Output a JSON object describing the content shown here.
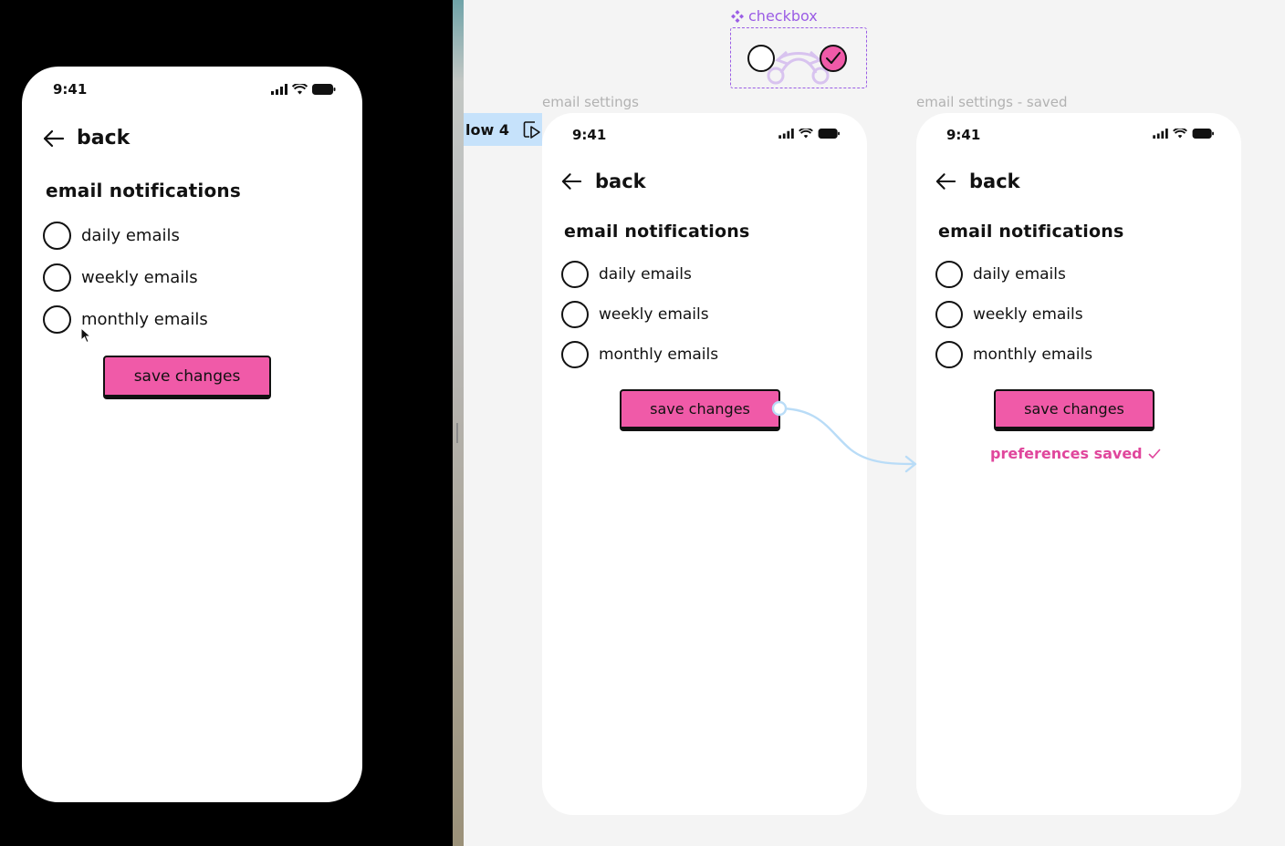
{
  "status": {
    "time": "9:41"
  },
  "screen": {
    "back_label": "back",
    "section_title": "email notifications",
    "options": [
      "daily emails",
      "weekly emails",
      "monthly emails"
    ],
    "save_label": "save changes"
  },
  "canvas": {
    "component_label": "checkbox",
    "frame1_label": "email settings",
    "frame2_label": "email settings - saved",
    "flow_label": "low 4",
    "saved_message": "preferences saved"
  },
  "colors": {
    "accent_pink": "#f05aa8",
    "saved_text": "#e0469c",
    "component_purple": "#9b5de5",
    "flow_blue": "#bfe0fb"
  },
  "icons": {
    "back": "arrow-left-icon",
    "signal": "signal-icon",
    "wifi": "wifi-icon",
    "battery": "battery-icon",
    "flow": "play-flow-icon",
    "component": "component-icon",
    "check": "check-icon"
  }
}
